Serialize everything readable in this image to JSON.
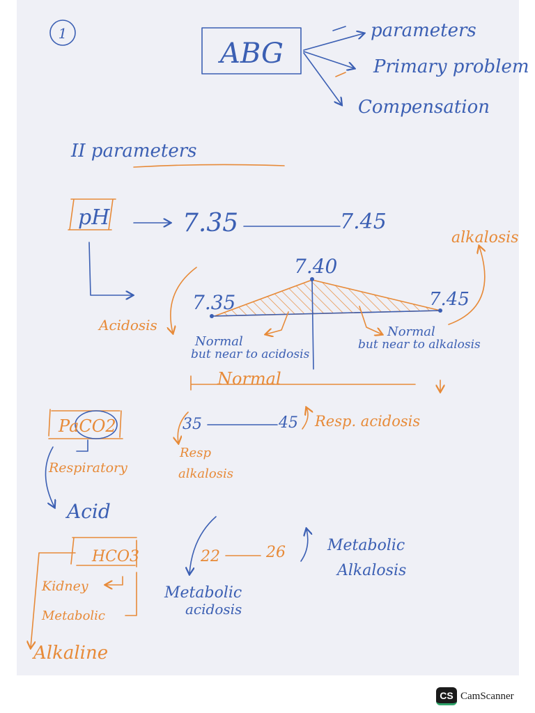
{
  "page": {
    "number": "1",
    "title": "ABG",
    "abg_branches": [
      "parameters",
      "Primary problem",
      "Compensation"
    ],
    "section_heading": "II parameters"
  },
  "ph": {
    "label": "pH",
    "range_low": "7.35",
    "range_high": "7.45",
    "midpoint": "7.40",
    "left_value": "7.35",
    "right_value": "7.45",
    "alkalosis": "alkalosis",
    "acidosis": "Acidosis",
    "left_note_line1": "Normal",
    "left_note_line2": "but near to acidosis",
    "right_note_line1": "Normal",
    "right_note_line2": "but near to alkalosis",
    "normal": "Normal"
  },
  "paco2": {
    "label": "PaCO2",
    "low": "35",
    "high": "45",
    "high_note": "Resp. acidosis",
    "low_note_line1": "Resp",
    "low_note_line2": "alkalosis",
    "source": "Respiratory",
    "type": "Acid"
  },
  "hco3": {
    "label": "HCO3",
    "low": "22",
    "high": "26",
    "high_note_line1": "Metabolic",
    "high_note_line2": "Alkalosis",
    "low_note_line1": "Metabolic",
    "low_note_line2": "acidosis",
    "source": "Kidney",
    "type_line1": "Metabolic",
    "type_line2": "Alkaline"
  },
  "footer": {
    "logo_text": "CS",
    "app_name": "CamScanner"
  },
  "colors": {
    "paper": "#eff0f6",
    "blue_ink": "#3b5fb3",
    "orange_ink": "#e78a38"
  }
}
